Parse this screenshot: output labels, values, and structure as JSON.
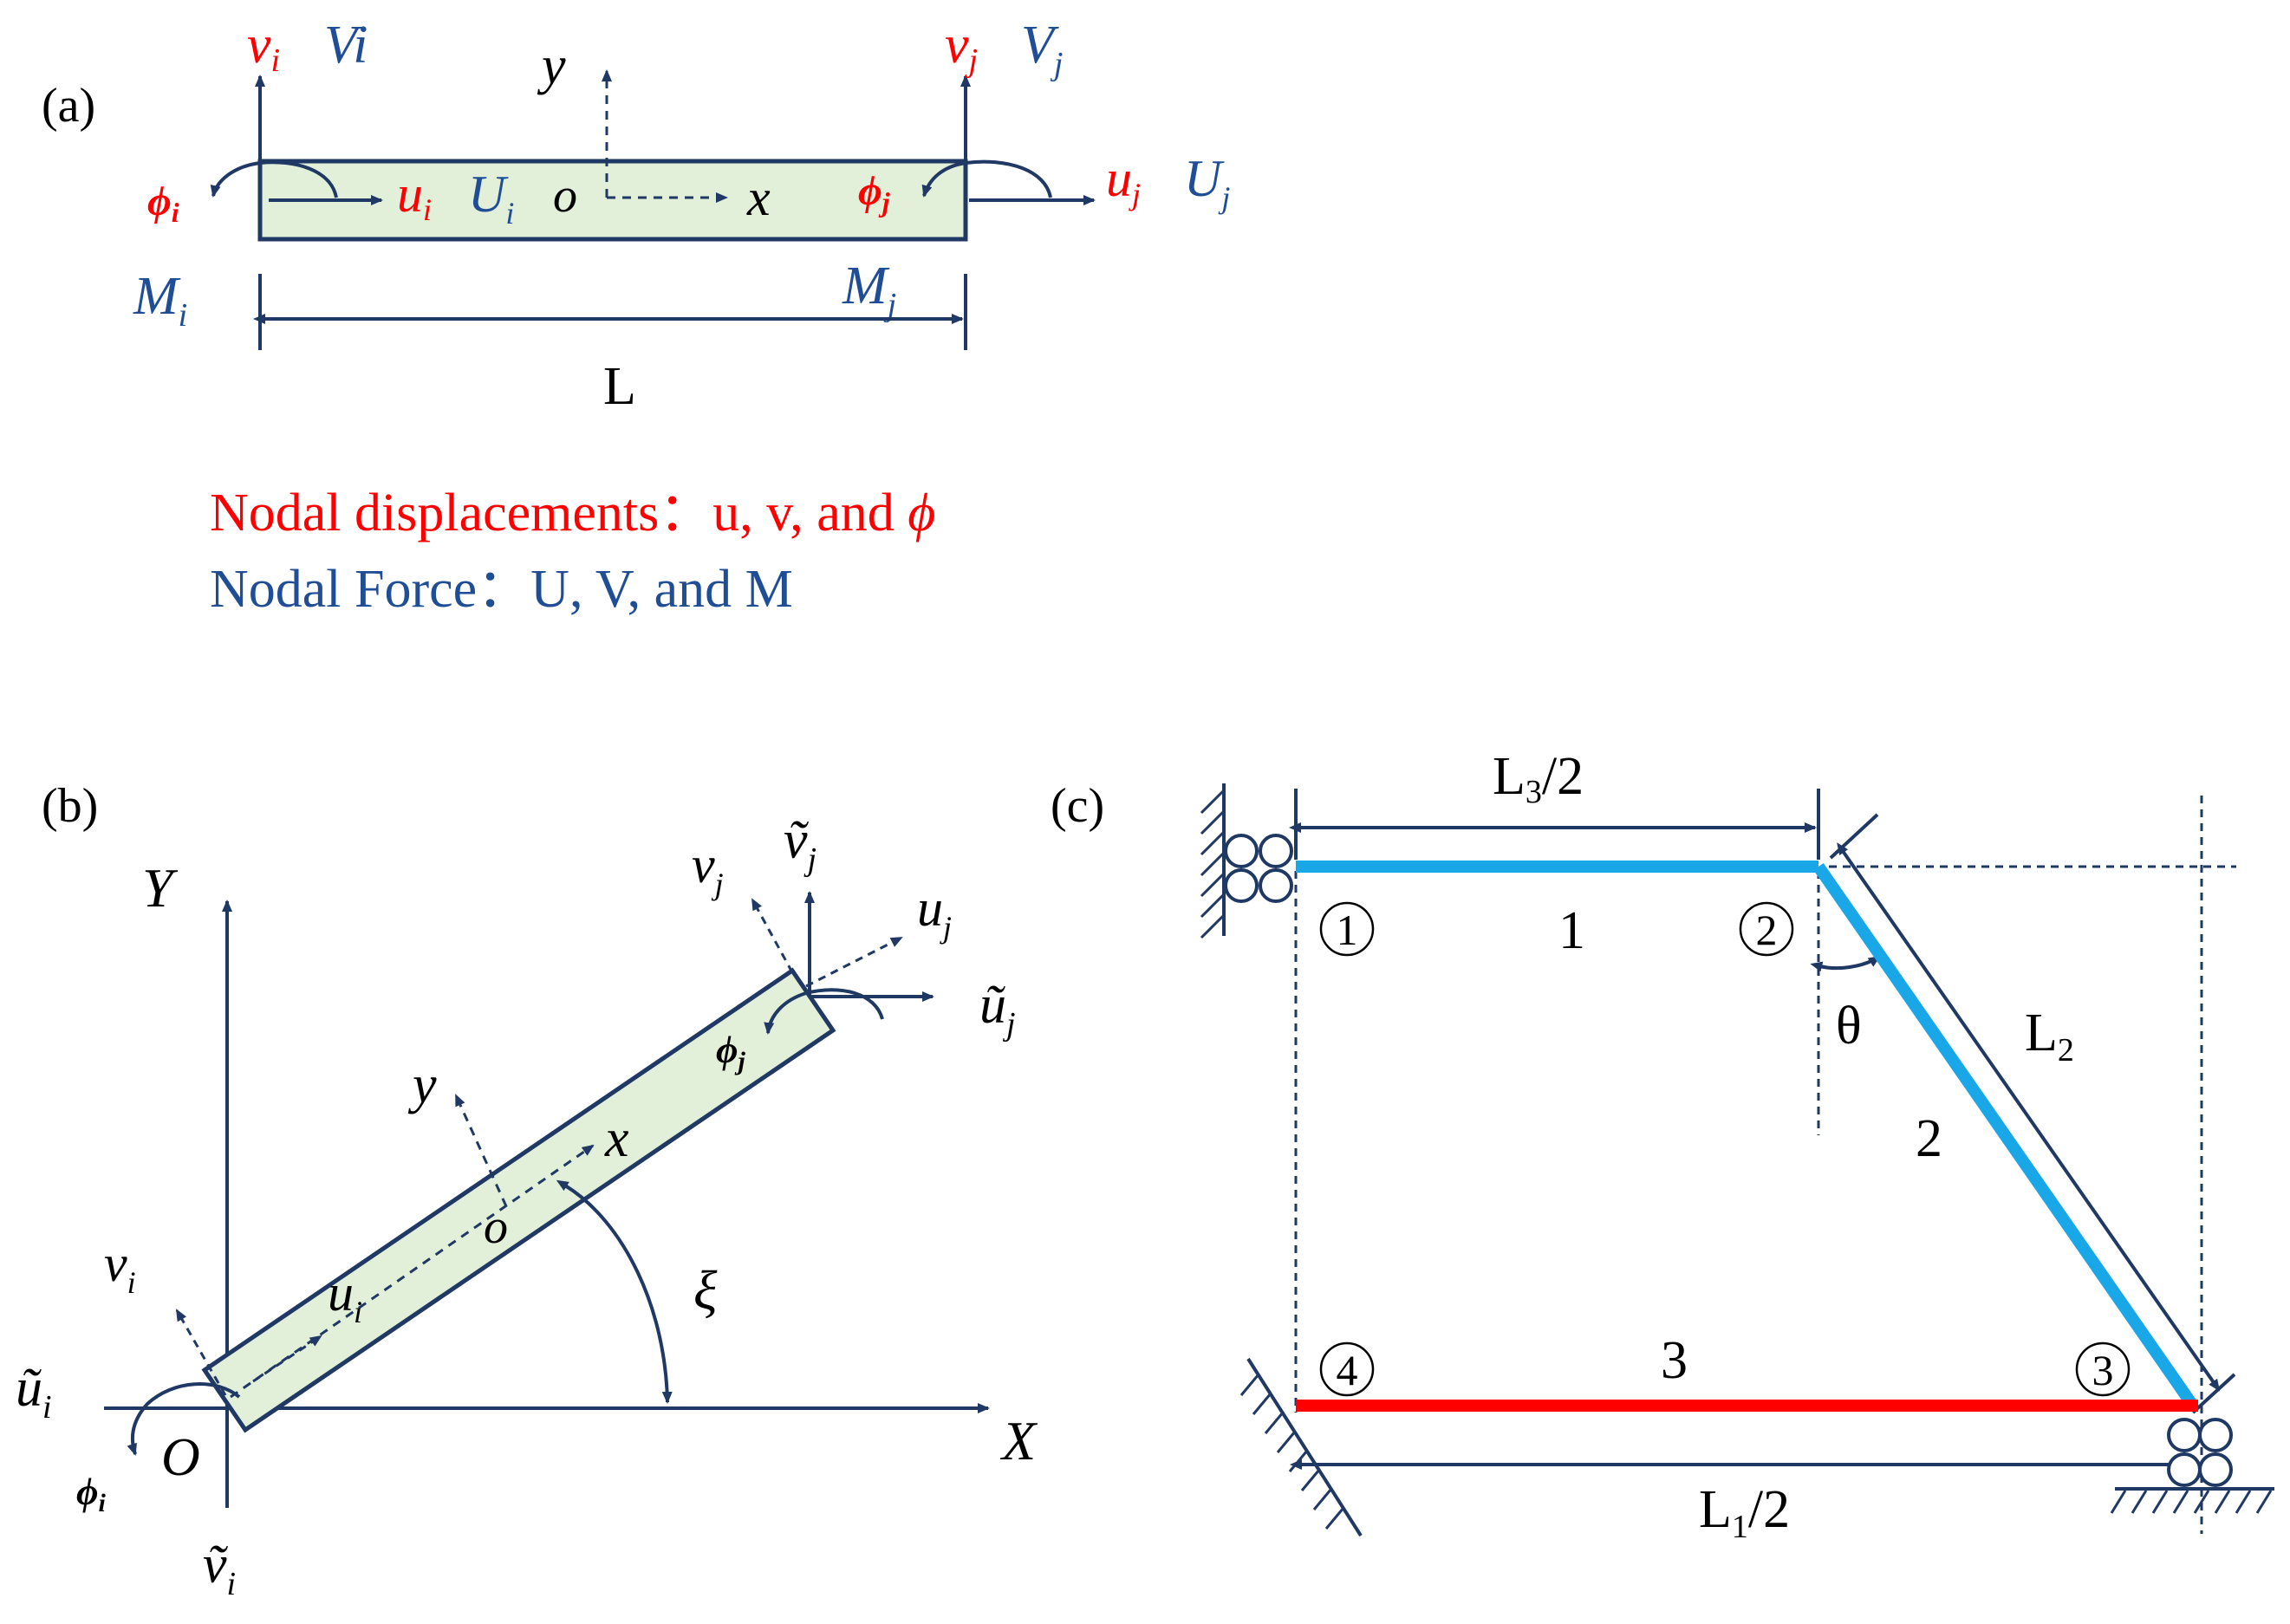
{
  "colors": {
    "red": "#ff0000",
    "blue": "#1f4e96",
    "navy": "#1f3864",
    "beam_fill": "#e2efd9",
    "cyan": "#1aa7e8",
    "black": "#000000"
  },
  "panel_a": {
    "label": "(a)",
    "v_i": "v",
    "v_i_sub": "i",
    "V_i": "Vi",
    "y": "y",
    "v_j": "v",
    "v_j_sub": "j",
    "V_j": "V",
    "V_j_sub": "j",
    "phi_i": "ϕ",
    "phi_i_sub": "i",
    "u_i": "u",
    "u_i_sub": "i",
    "U_i": "U",
    "U_i_sub": "i",
    "o": "o",
    "x": "x",
    "phi_j": "ϕ",
    "phi_j_sub": "j",
    "u_j": "u",
    "u_j_sub": "j",
    "U_j": "U",
    "U_j_sub": "j",
    "M_i": "M",
    "M_i_sub": "i",
    "M_j": "M",
    "M_j_sub": "j",
    "length": "L"
  },
  "legend": {
    "displacements": "Nodal displacements：u,  v,  and ",
    "displacements_phi": "ϕ",
    "forces": "Nodal Force：U,  V,  and M"
  },
  "panel_b": {
    "label": "(b)",
    "Y": "Y",
    "X": "X",
    "O": "O",
    "o": "o",
    "x": "x",
    "y": "y",
    "xi": "ξ",
    "u_i": "u",
    "u_i_sub": "i",
    "v_i": "v",
    "v_i_sub": "i",
    "ut_i": "ũ",
    "ut_i_sub": "i",
    "vt_i": "ṽ",
    "vt_i_sub": "i",
    "phi_i": "ϕ",
    "phi_i_sub": "i",
    "u_j": "u",
    "u_j_sub": "j",
    "v_j": "v",
    "v_j_sub": "j",
    "ut_j": "ũ",
    "ut_j_sub": "j",
    "vt_j": "ṽ",
    "vt_j_sub": "j",
    "phi_j": "ϕ",
    "phi_j_sub": "j"
  },
  "panel_c": {
    "label": "(c)",
    "L3_top": "L",
    "L3_sub": "3",
    "L3_rest": "/2",
    "L2": "L",
    "L2_sub": "2",
    "L1": "L",
    "L1_sub": "1",
    "L1_rest": "/2",
    "theta": "θ",
    "node1": "1",
    "node2": "2",
    "node3": "3",
    "node4": "4",
    "member1": "1",
    "member2": "2",
    "member3": "3"
  }
}
